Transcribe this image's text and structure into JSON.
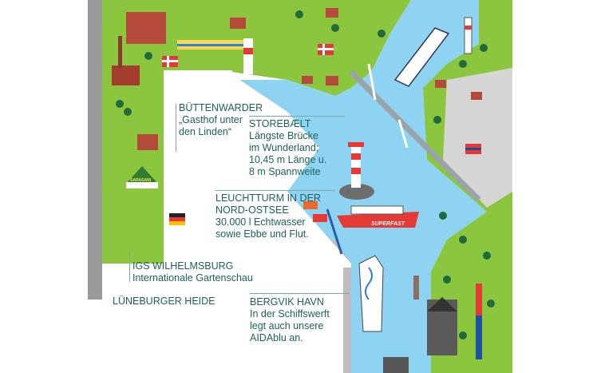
{
  "labels": {
    "buettenwarder": {
      "title": "BÜTTENWARDER",
      "lines": [
        "„Gasthof unter",
        "den Linden“"
      ]
    },
    "storebaelt": {
      "title": "STOREBÆLT",
      "lines": [
        "Längste Brücke",
        "im Wunderland;",
        "10,45 m Länge u.",
        "8 m Spannweite"
      ]
    },
    "leuchtturm": {
      "title": "LEUCHTTURM IN DER",
      "lines": [
        "NORD-OSTSEE",
        "30.000 l Echtwasser",
        "sowie Ebbe und Flut."
      ]
    },
    "igs": {
      "title": "IGS WILHELMSBURG",
      "lines": [
        "Internationale Gartenschau"
      ]
    },
    "lueneburger": {
      "title": "LÜNEBURGER HEIDE"
    },
    "bergvik": {
      "title": "BERGVIK HAVN",
      "lines": [
        "In der Schiffswerft",
        "legt auch unsere",
        "AIDAblu an."
      ]
    }
  },
  "signs": {
    "tent": "SARASANI",
    "ferry": "SUPERFAST"
  },
  "colors": {
    "water": "#8fd3f2",
    "land": "#8cc63f",
    "text": "#1f5f5c",
    "grey": "#c9c9c9"
  }
}
